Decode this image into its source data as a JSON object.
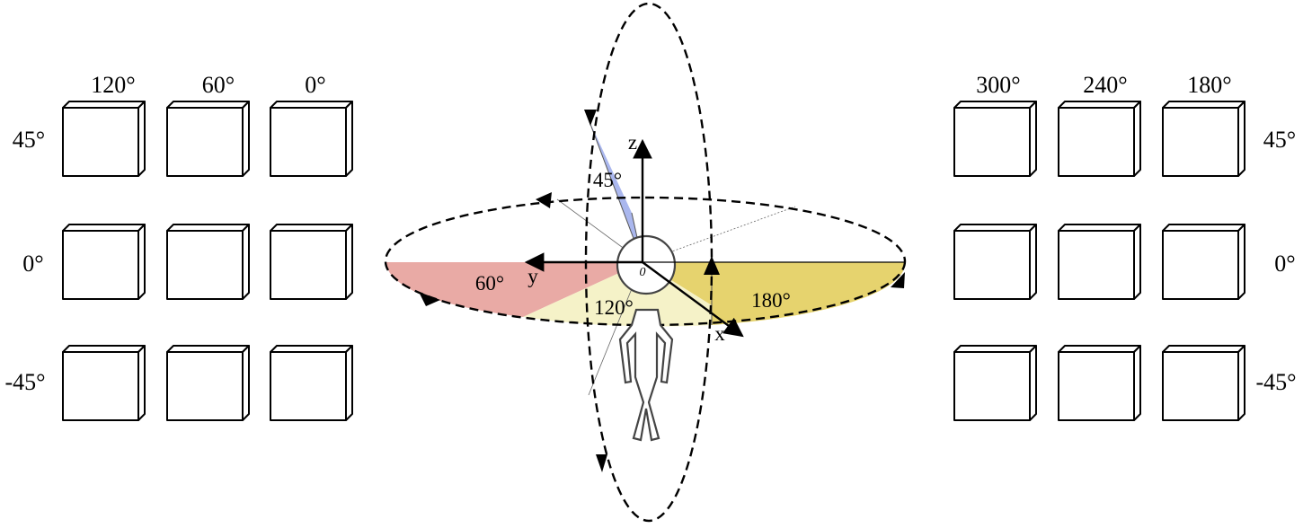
{
  "left_grid": {
    "columns": [
      "120°",
      "60°",
      "0°"
    ],
    "rows": [
      "45°",
      "0°",
      "-45°"
    ]
  },
  "right_grid": {
    "columns": [
      "300°",
      "240°",
      "180°"
    ],
    "rows": [
      "45°",
      "0°",
      "-45°"
    ]
  },
  "axes": {
    "z": "z",
    "y": "y",
    "x": "x",
    "origin": "0"
  },
  "angles": {
    "elevation": "45°",
    "azimuth_60": "60°",
    "azimuth_120": "120°",
    "azimuth_180": "180°"
  },
  "colors": {
    "elevation_fill": "#aab7ee",
    "sector_60_fill": "#e9aaa5",
    "sector_120_fill": "#f5f2c8",
    "sector_180_fill": "#e6d36e"
  }
}
